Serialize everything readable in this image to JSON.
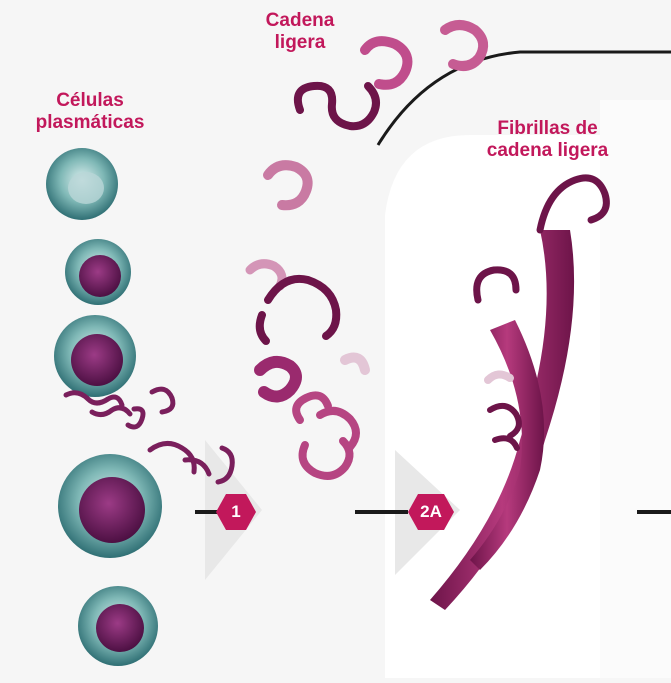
{
  "labels": {
    "plasma_cells": [
      "Células",
      "plasmáticas"
    ],
    "light_chain": [
      "Cadena",
      "ligera"
    ],
    "light_chain_fibrils": [
      "Fibrillas de",
      "cadena ligera"
    ]
  },
  "steps": {
    "step1": "1",
    "step2a": "2A"
  },
  "colors": {
    "label_text": "#c2185b",
    "badge": "#c2185b",
    "badge_text": "#ffffff",
    "connector": "#1a1a1a",
    "cell_outer": "#5fa3a3",
    "cell_nucleus": "#6a1b5a",
    "fibril": "#8e2463",
    "fibril_light": "#c678a3",
    "arrow": "#e6e6e6",
    "panel": "#ffffff",
    "background": "#f6f6f6"
  }
}
